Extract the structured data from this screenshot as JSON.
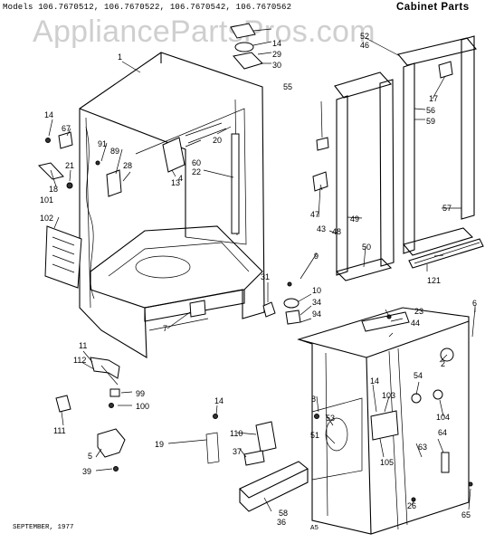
{
  "header": {
    "models": "Models 106.7670512, 106.7670522, 106.7670542, 106.7670562",
    "section_title": "Cabinet Parts"
  },
  "watermark": "AppliancePartsPros.com",
  "footer": {
    "date": "SEPTEMBER, 1977",
    "page_code": "A5"
  },
  "part_numbers": [
    "1",
    "2",
    "4",
    "5",
    "6",
    "7",
    "8",
    "9",
    "10",
    "11",
    "13",
    "14",
    "14",
    "14",
    "14",
    "17",
    "18",
    "19",
    "20",
    "21",
    "22",
    "23",
    "26",
    "28",
    "29",
    "30",
    "31",
    "34",
    "36",
    "37",
    "39",
    "43",
    "44",
    "46",
    "47",
    "48",
    "49",
    "50",
    "51",
    "52",
    "53",
    "54",
    "55",
    "56",
    "57",
    "58",
    "59",
    "60",
    "63",
    "64",
    "65",
    "67",
    "89",
    "91",
    "94",
    "99",
    "100",
    "101",
    "102",
    "103",
    "104",
    "105",
    "110",
    "111",
    "112",
    "121"
  ]
}
